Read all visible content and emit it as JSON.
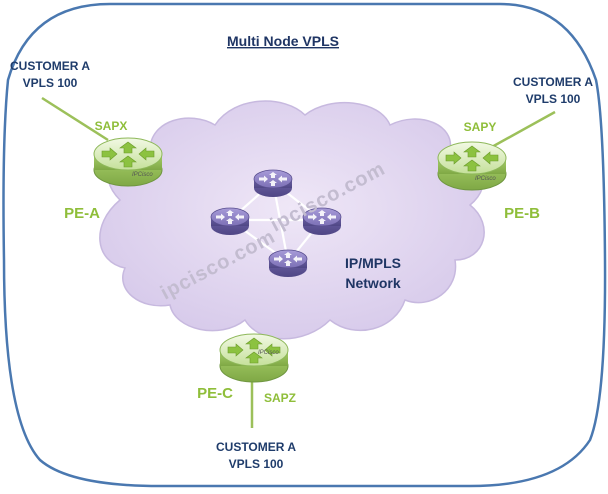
{
  "title": "Multi Node VPLS",
  "watermark": "ipcisco.com",
  "cloud_label": [
    "IP/MPLS",
    "Network"
  ],
  "colors": {
    "border": "#4a78b0",
    "cloud": "#ddd1ee",
    "pe_router": "#cfe7a6",
    "core_router": "#8a7fc0",
    "link": "#9cc05a",
    "label_blue": "#1f3c6b",
    "label_green": "#8fbe3a"
  },
  "pe_routers": [
    {
      "id": "pe-a",
      "label": "PE-A",
      "sap": "SAPX",
      "brand": "IPCisco"
    },
    {
      "id": "pe-b",
      "label": "PE-B",
      "sap": "SAPY",
      "brand": "IPCisco"
    },
    {
      "id": "pe-c",
      "label": "PE-C",
      "sap": "SAPZ",
      "brand": "IPCisco"
    }
  ],
  "customers": [
    {
      "line1": "CUSTOMER A",
      "line2": "VPLS 100"
    },
    {
      "line1": "CUSTOMER A",
      "line2": "VPLS 100"
    },
    {
      "line1": "CUSTOMER A",
      "line2": "VPLS 100"
    }
  ],
  "core_routers": [
    {
      "id": "core-top",
      "icon": "router-icon"
    },
    {
      "id": "core-left",
      "icon": "router-icon"
    },
    {
      "id": "core-right",
      "icon": "router-icon"
    },
    {
      "id": "core-bottom",
      "icon": "router-icon"
    }
  ]
}
